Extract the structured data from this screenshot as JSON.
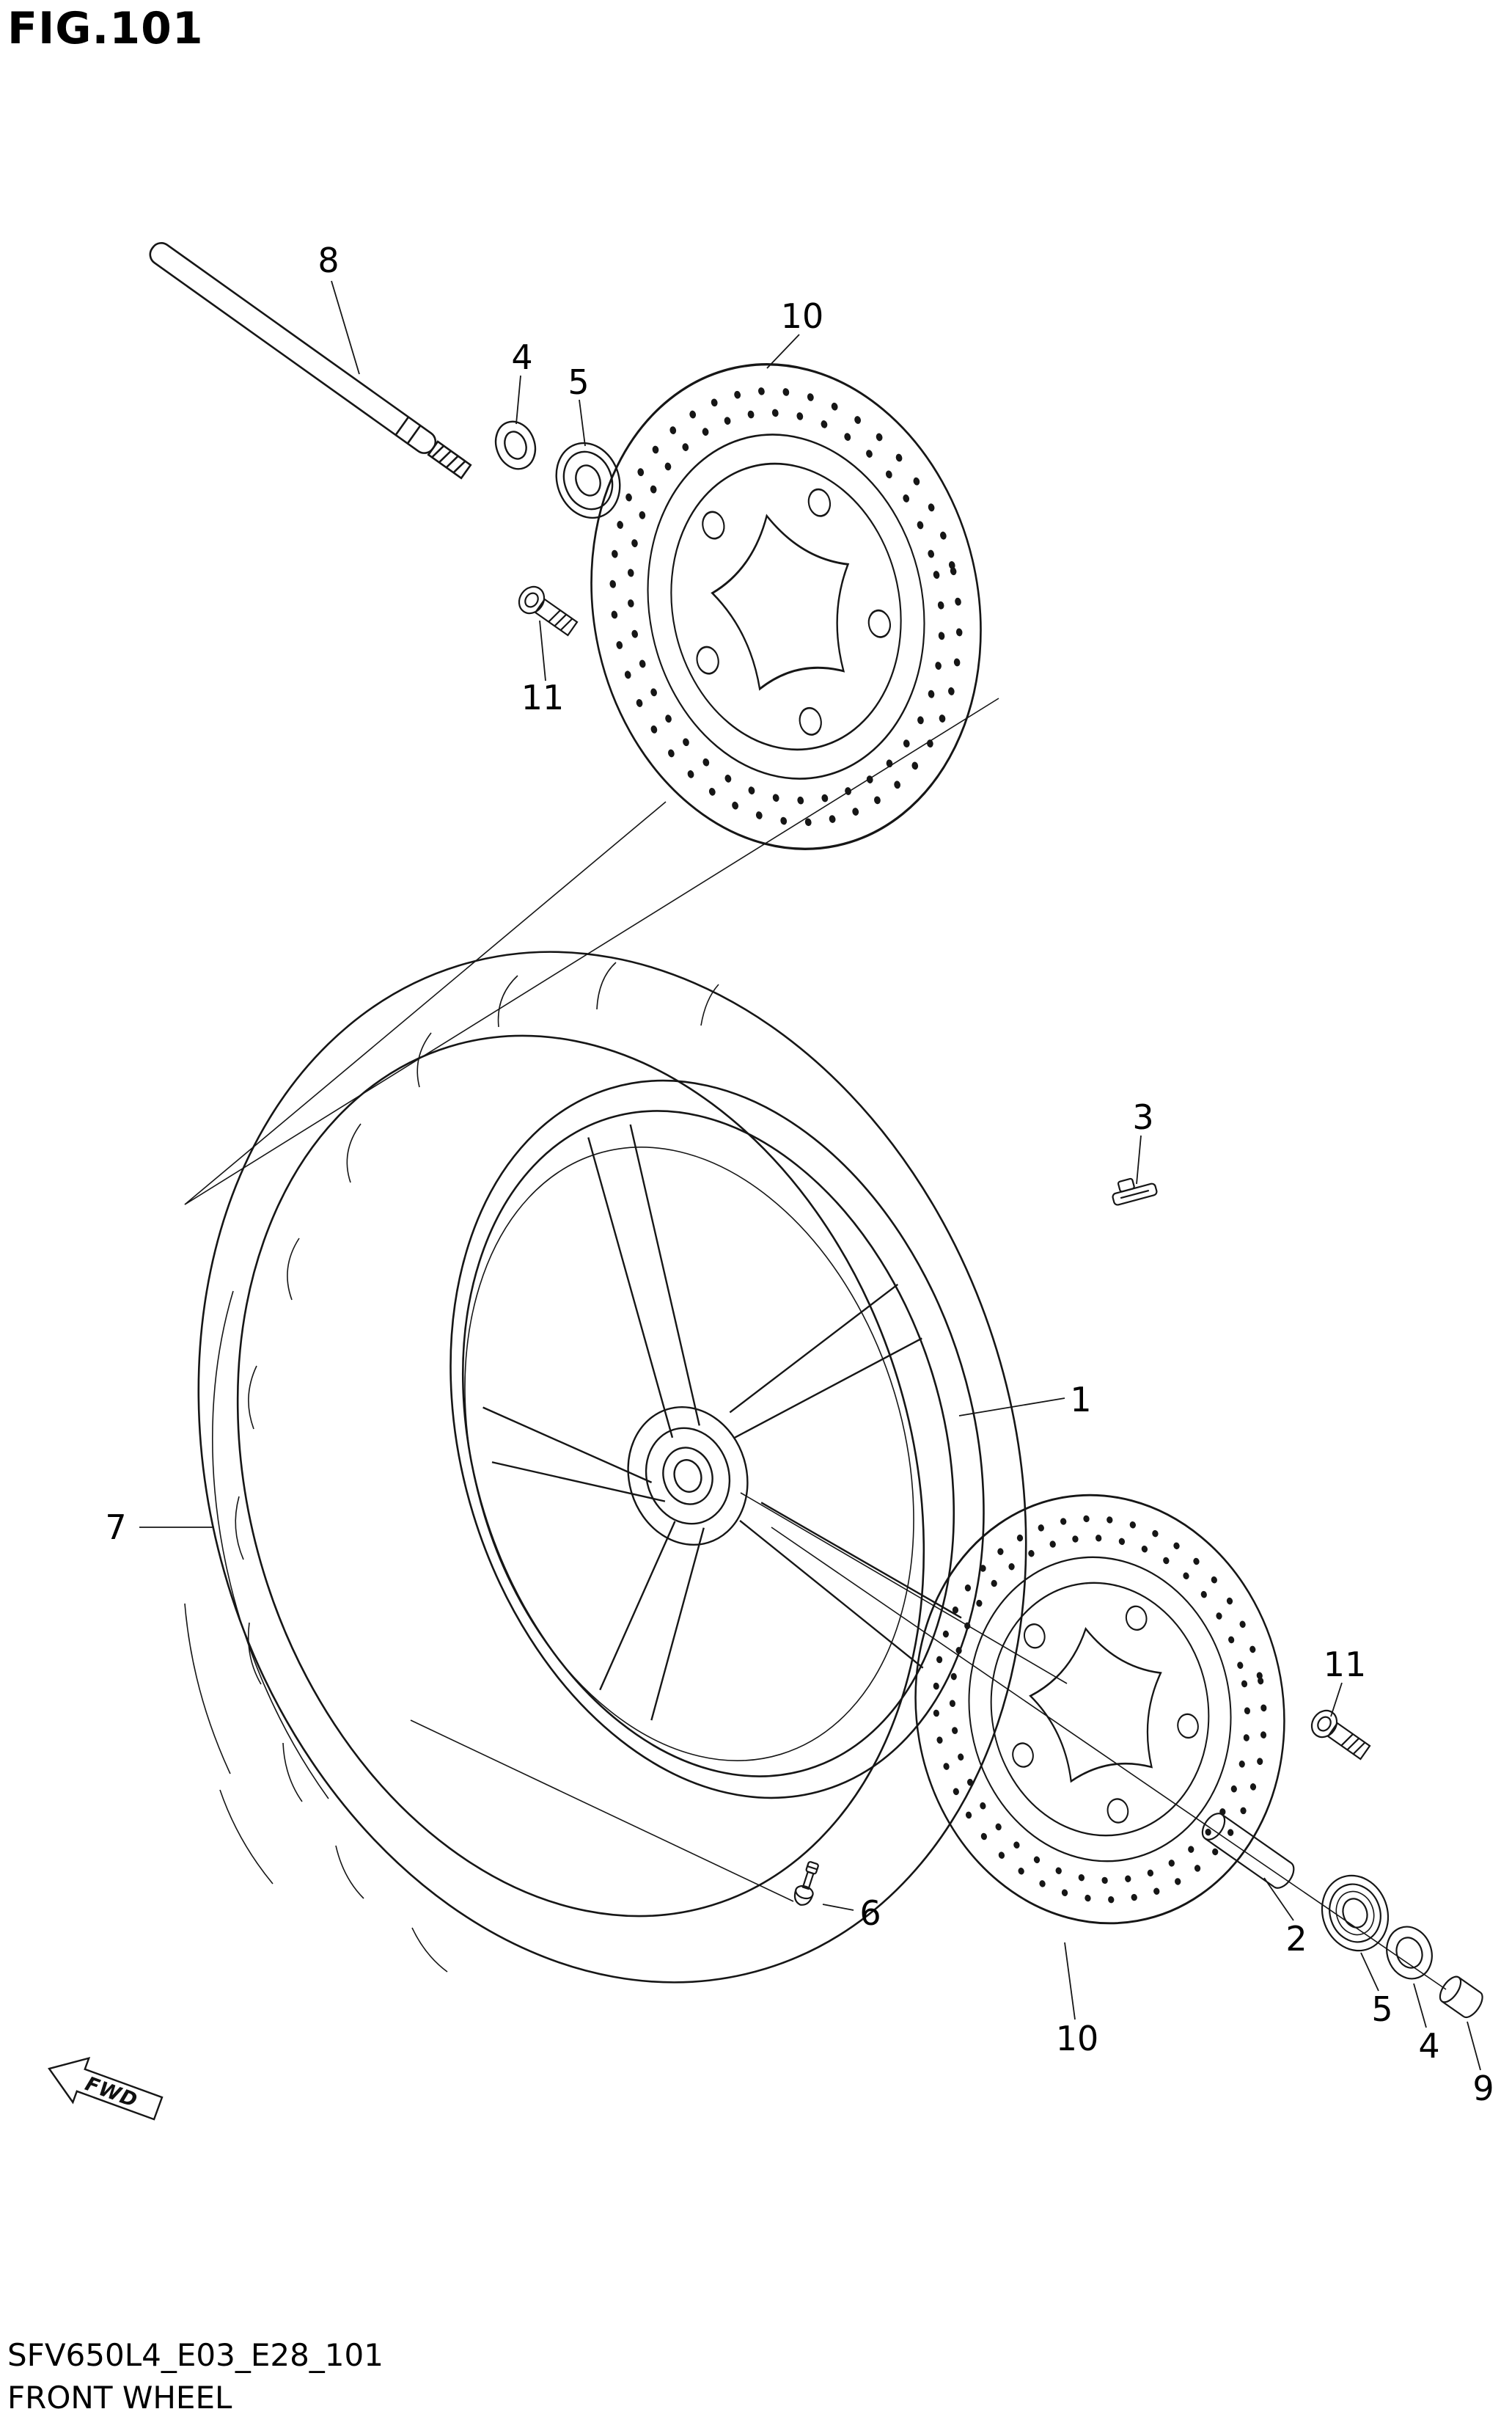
{
  "fig_title": "FIG.101",
  "footer": {
    "code": "SFV650L4_E03_E28_101",
    "title": "FRONT WHEEL"
  },
  "fwd_label": "FWD",
  "callouts": {
    "axle": "8",
    "seal_top": "4",
    "bearing_top": "5",
    "disc_top": "10",
    "bolt_top": "11",
    "clip": "3",
    "wheel": "1",
    "tire": "7",
    "bolt_bottom": "11",
    "spacer": "2",
    "valve": "6",
    "disc_bottom": "10",
    "bearing_bottom": "5",
    "seal_bottom": "4",
    "cap": "9"
  }
}
